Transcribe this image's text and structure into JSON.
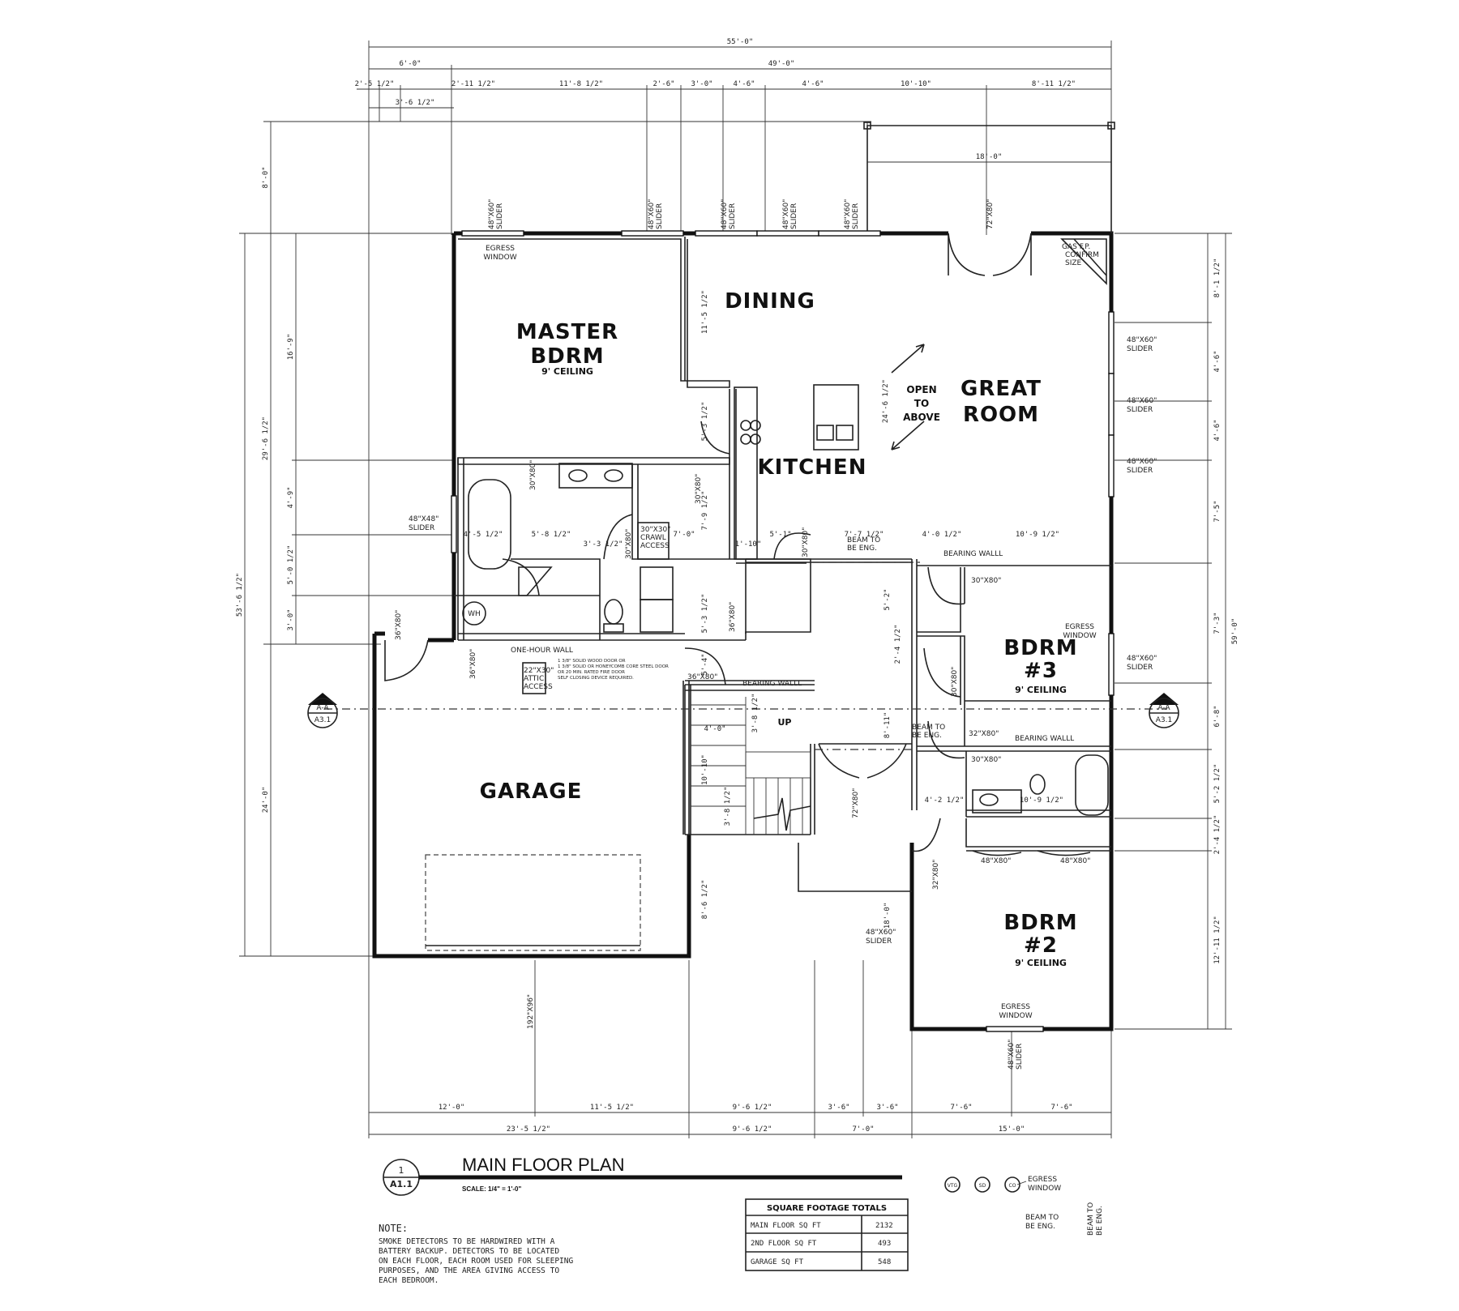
{
  "top_dims": {
    "overall": "55'-0\"",
    "row2": [
      "6'-0\"",
      "49'-0\""
    ],
    "row3": [
      "2'-5 1/2\"",
      "2'-11 1/2\"",
      "11'-8 1/2\"",
      "2'-6\"",
      "3'-0\"",
      "4'-6\"",
      "4'-6\"",
      "10'-10\"",
      "8'-11 1/2\""
    ],
    "row4": "3'-6 1/2\"",
    "deck": "18'-0\""
  },
  "left_dims": {
    "outer": "53'-6 1/2\"",
    "mid": [
      "8'-0\"",
      "29'-6 1/2\"",
      "24'-0\""
    ],
    "inner": [
      "16'-9\"",
      "4'-9\"",
      "5'-0 1/2\"",
      "3'-0\""
    ]
  },
  "right_dims": {
    "outer": "59'-0\"",
    "inner": [
      "8'-1 1/2\"",
      "4'-6\"",
      "4'-6\"",
      "7'-5\"",
      "7'-3\"",
      "6'-8\"",
      "5'-2 1/2\"",
      "2'-4 1/2\"",
      "12'-11 1/2\""
    ]
  },
  "bottom_dims": {
    "row1": [
      "12'-0\"",
      "11'-5 1/2\"",
      "9'-6 1/2\"",
      "3'-6\"",
      "3'-6\"",
      "7'-6\"",
      "7'-6\""
    ],
    "row2": [
      "23'-5 1/2\"",
      "9'-6 1/2\"",
      "7'-0\"",
      "15'-0\""
    ]
  },
  "interior_dims": {
    "d1": "11'-5 1/2\"",
    "d2": "5'-3 1/2\"",
    "d3": "7'-9 1/2\"",
    "d4": "24'-6 1/2\"",
    "d5": "4'-5 1/2\"",
    "d6": "5'-8 1/2\"",
    "d7": "3'-3 1/2\"",
    "d8": "7'-0\"",
    "d9": "1'-10\"",
    "d10": "5'-1\"",
    "d11": "7'-7 1/2\"",
    "d12": "4'-0 1/2\"",
    "d13": "10'-9 1/2\"",
    "d14": "5'-2\"",
    "d15": "2'-4 1/2\"",
    "d16": "5'-3 1/2\"",
    "d17": "5'-4\"",
    "d18": "4'-0\"",
    "d19": "3'-8 1/2\"",
    "d20": "10'-10\"",
    "d21": "3'-8 1/2\"",
    "d22": "8'-11\"",
    "d23": "4'-2 1/2\"",
    "d24": "10'-9 1/2\"",
    "d25": "8'-6 1/2\"",
    "d26": "18'-0\""
  },
  "rooms": {
    "master_l1": "MASTER",
    "master_l2": "BDRM",
    "master_ceiling": "9' CEILING",
    "dining": "DINING",
    "kitchen": "KITCHEN",
    "great_l1": "GREAT",
    "great_l2": "ROOM",
    "open_l1": "OPEN",
    "open_l2": "TO",
    "open_l3": "ABOVE",
    "bdrm3_l1": "BDRM",
    "bdrm3_l2": "#3",
    "bdrm3_ceiling": "9' CEILING",
    "bdrm2_l1": "BDRM",
    "bdrm2_l2": "#2",
    "bdrm2_ceiling": "9' CEILING",
    "garage": "GARAGE"
  },
  "windows": {
    "w48x60": "48\"X60\"",
    "slider": "SLIDER",
    "w72x80": "72\"X80\"",
    "w48x48": "48\"X48\"",
    "egress_l1": "EGRESS",
    "egress_l2": "WINDOW",
    "gas_l1": "GAS F.P.",
    "gas_l2": "CONFIRM",
    "gas_l3": "SIZE"
  },
  "doors": {
    "d30x80": "30\"X80\"",
    "d36x80": "36\"X80\"",
    "d32x80": "32\"X80\"",
    "d72x80": "72\"X80\"",
    "d48x80": "48\"X80\"",
    "d192x96": "192\"X96\"",
    "crawl_l1": "30\"X30\"",
    "crawl_l2": "CRAWL",
    "crawl_l3": "ACCESS",
    "attic_l1": "22\"X30\"",
    "attic_l2": "ATTIC",
    "attic_l3": "ACCESS",
    "wh": "WH"
  },
  "annotations": {
    "one_hour_wall": "ONE-HOUR WALL",
    "fire_note": [
      "1 3/8\" SOLID WOOD DOOR OR",
      "1 3/8\" SOLID OR HONEYCOMB CORE STEEL DOOR",
      "OR 20 MIN. RATED FIRE DOOR",
      "SELF CLOSING DEVICE REQUIRED."
    ],
    "bearing_wall": "BEARING WALLL",
    "beam_l1": "BEAM TO",
    "beam_l2": "BE ENG.",
    "up": "UP",
    "section_top": "A-A",
    "section_bot": "A3.1"
  },
  "title_block": {
    "detail_num": "1",
    "sheet": "A1.1",
    "title": "MAIN FLOOR PLAN",
    "scale": "SCALE: 1/4\" = 1'-0\""
  },
  "note": {
    "heading": "NOTE:",
    "lines": [
      "SMOKE DETECTORS TO BE HARDWIRED WITH A",
      "BATTERY BACKUP. DETECTORS TO BE LOCATED",
      "ON EACH FLOOR, EACH ROOM USED FOR SLEEPING",
      "PURPOSES, AND THE AREA GIVING ACCESS TO",
      "EACH BEDROOM."
    ]
  },
  "square_footage": {
    "title": "SQUARE FOOTAGE TOTALS",
    "rows": [
      {
        "label": "MAIN FLOOR SQ FT",
        "value": "2132"
      },
      {
        "label": "2ND FLOOR SQ FT",
        "value": "493"
      },
      {
        "label": "GARAGE SQ FT",
        "value": "548"
      }
    ]
  },
  "legend": {
    "symbols": [
      "VTG",
      "SD",
      "CO"
    ],
    "egress_l1": "EGRESS",
    "egress_l2": "WINDOW",
    "beam_l1": "BEAM TO",
    "beam_l2": "BE ENG.",
    "beam_v1": "BEAM TO",
    "beam_v2": "BE ENG."
  }
}
